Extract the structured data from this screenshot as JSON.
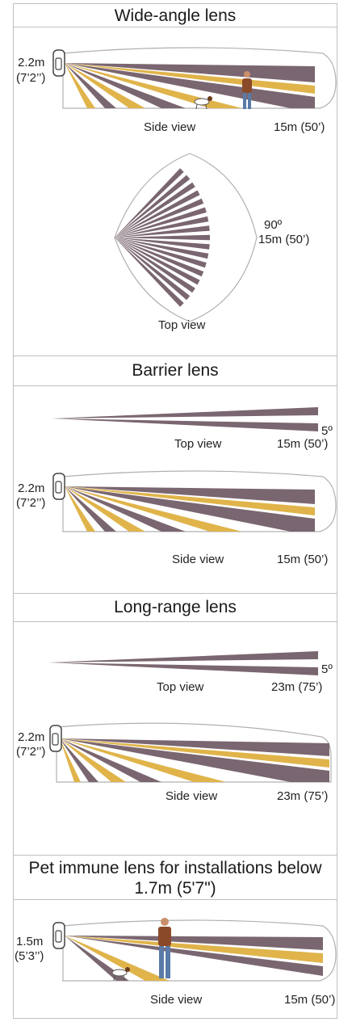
{
  "sections": [
    {
      "title": "Wide-angle lens",
      "labels": {
        "height_m": "2.2m",
        "height_ft": "(7’2’’)",
        "side_view": "Side view",
        "range": "15m (50’)",
        "angle": "90º",
        "top_range": "15m (50’)",
        "top_view": "Top view"
      }
    },
    {
      "title": "Barrier lens",
      "labels": {
        "angle": "5º",
        "top_view": "Top view",
        "top_range": "15m (50’)",
        "height_m": "2.2m",
        "height_ft": "(7’2’’)",
        "side_view": "Side view",
        "range": "15m (50’)"
      }
    },
    {
      "title": "Long-range lens",
      "labels": {
        "angle": "5º",
        "top_view": "Top view",
        "top_range": "23m (75’)",
        "height_m": "2.2m",
        "height_ft": "(7’2’’)",
        "side_view": "Side view",
        "range": "23m (75’)"
      }
    },
    {
      "title": "Pet immune lens for installations below 1.7m (5'7\")",
      "labels": {
        "height_m": "1.5m",
        "height_ft": "(5’3’’)",
        "side_view": "Side view",
        "range": "15m (50’)"
      }
    }
  ],
  "colors": {
    "beam_purple": "#7a6670",
    "beam_gold": "#e0b44a",
    "outline": "#b0b0b0",
    "sensor": "#444444"
  }
}
